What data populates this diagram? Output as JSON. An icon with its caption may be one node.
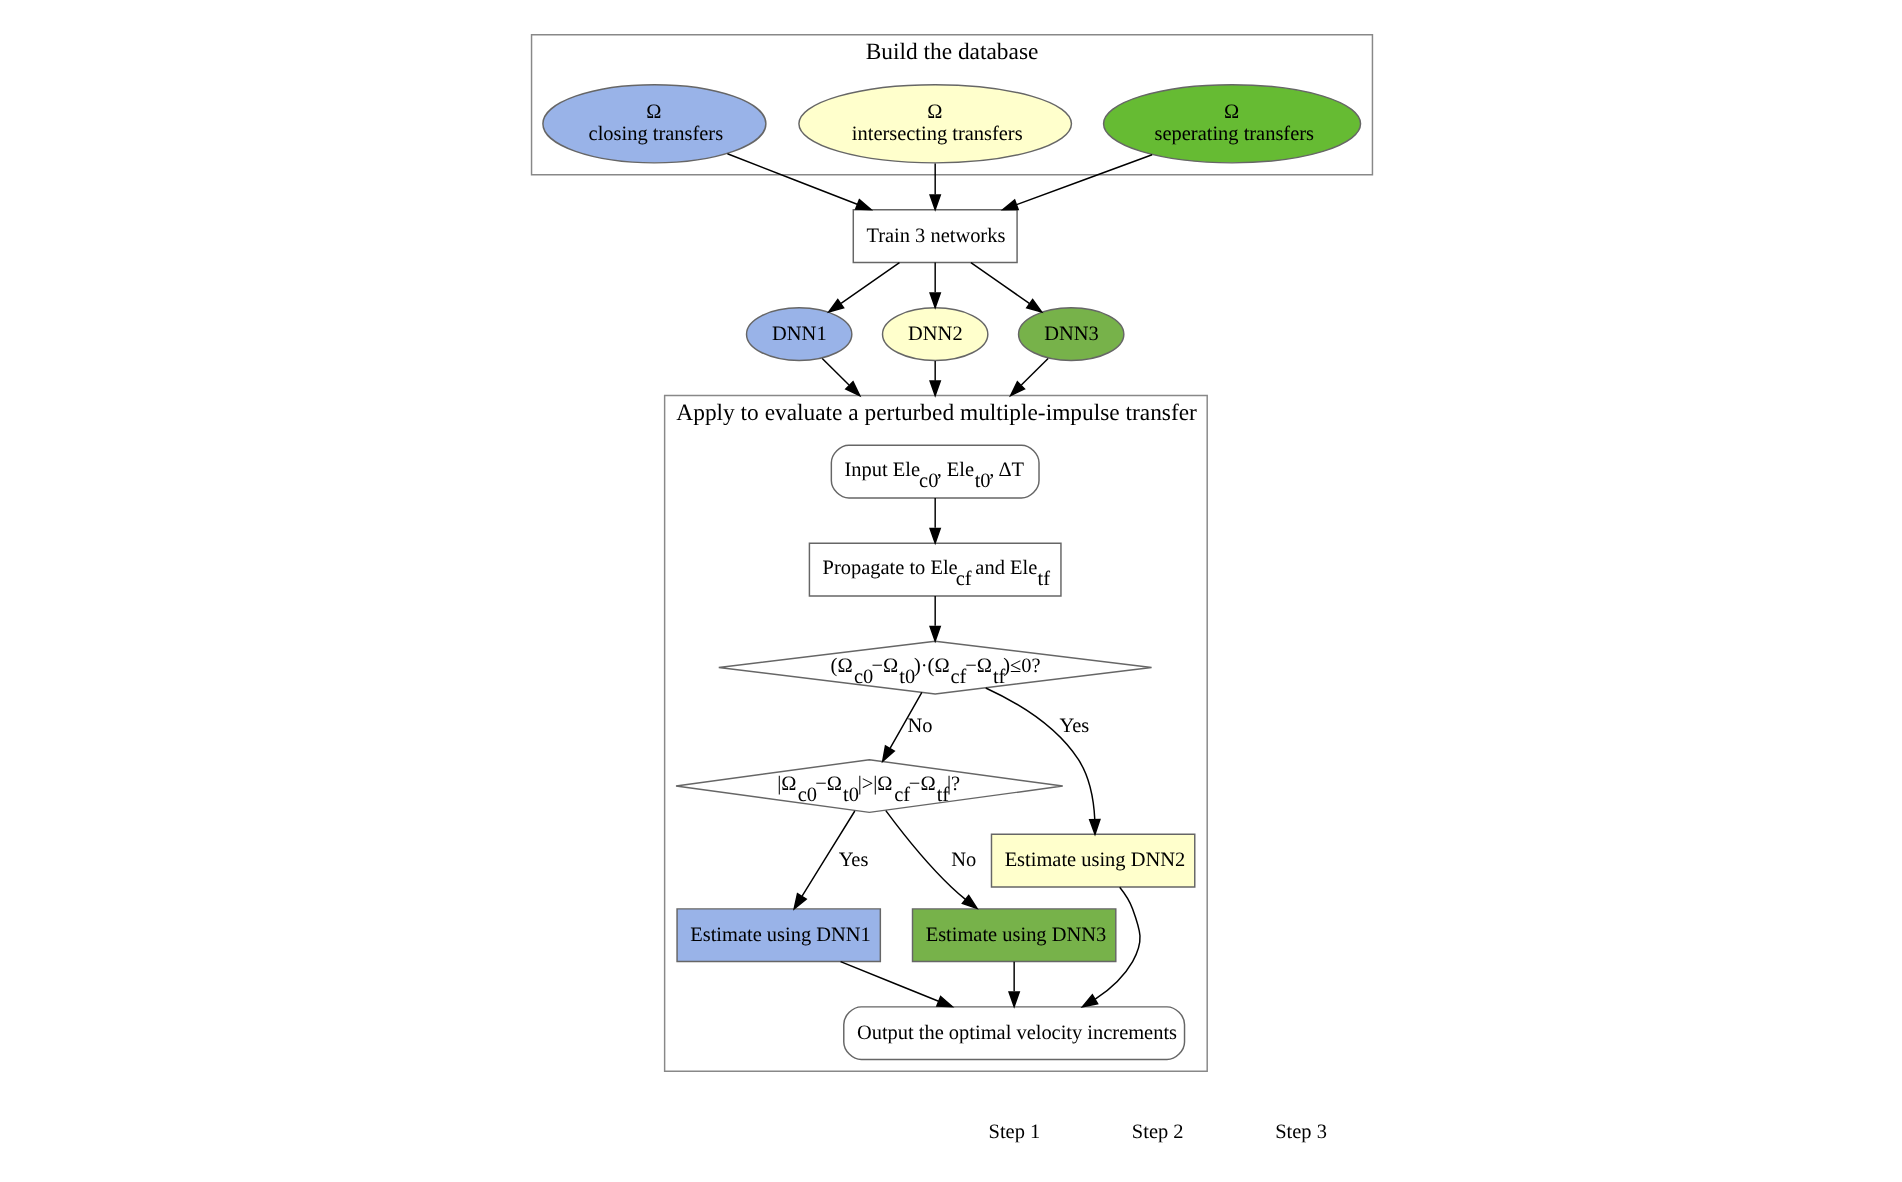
{
  "diagram": {
    "nodes": [
      {
        "text": [
          "Build the database"
        ]
      },
      {
        "text": [
          "Ω",
          "closing transfers"
        ],
        "in": 0
      },
      {
        "text": [
          "Ω",
          "intersecting transfers"
        ],
        "in": 0
      },
      {
        "text": [
          "Ω",
          "seperating transfers"
        ],
        "in": 0
      },
      {
        "text": [
          "Train 3 networks"
        ]
      },
      {
        "text": [
          "DNN1"
        ]
      },
      {
        "text": [
          "DNN2"
        ]
      },
      {
        "text": [
          "DNN3"
        ]
      },
      {
        "text": [
          "Apply to evaluate a perturbed multiple-impulse transfer"
        ]
      },
      {
        "text": [
          "Input Ele$_{c0}$, Ele$_{t0}$, ΔT"
        ],
        "in": 8
      },
      {
        "text": [
          "Propagate to Ele$_{cf}$ and Ele$_{tf}$"
        ],
        "in": 8
      },
      {
        "text": [
          "(Ω$_{c0}$−Ω$_{t0}$)·(Ω$_{cf}$−Ω$_{tf}$)≤0?"
        ],
        "in": 8
      },
      {
        "text": [
          "|Ω$_{c0}$−Ω$_{t0}$|>|Ω$_{cf}$−Ω$_{tf}$|?"
        ],
        "in": 8
      },
      {
        "text": [
          "Estimate using DNN2"
        ],
        "in": 8
      },
      {
        "text": [
          "Estimate using DNN1"
        ],
        "in": 8
      },
      {
        "text": [
          "Estimate using DNN3"
        ],
        "in": 8
      },
      {
        "text": [
          "Output the optimal velocity increments"
        ],
        "in": 8
      }
    ],
    "edges": [
      {
        "from": 1,
        "to": 4,
        "arrow": "to"
      },
      {
        "from": 2,
        "to": 4,
        "arrow": "to"
      },
      {
        "from": 3,
        "to": 4,
        "arrow": "to"
      },
      {
        "from": 4,
        "to": 5,
        "arrow": "to"
      },
      {
        "from": 4,
        "to": 6,
        "arrow": "to"
      },
      {
        "from": 4,
        "to": 7,
        "arrow": "to"
      },
      {
        "from": 5,
        "to": 8,
        "arrow": "to"
      },
      {
        "from": 6,
        "to": 8,
        "arrow": "to"
      },
      {
        "from": 7,
        "to": 8,
        "arrow": "to"
      },
      {
        "from": 9,
        "to": 10,
        "arrow": "to"
      },
      {
        "from": 10,
        "to": 11,
        "arrow": "to"
      },
      {
        "from": 11,
        "to": 13,
        "arrow": "to",
        "label": "Yes"
      },
      {
        "from": 11,
        "to": 12,
        "arrow": "to",
        "label": "No"
      },
      {
        "from": 12,
        "to": 14,
        "arrow": "to",
        "label": "Yes"
      },
      {
        "from": 12,
        "to": 15,
        "arrow": "to",
        "label": "No"
      },
      {
        "from": 13,
        "to": 16,
        "arrow": "to"
      },
      {
        "from": 14,
        "to": 16,
        "arrow": "to"
      },
      {
        "from": 15,
        "to": 16,
        "arrow": "to"
      }
    ],
    "labels": [
      "Step 1",
      "Step 2",
      "Step 3"
    ]
  }
}
